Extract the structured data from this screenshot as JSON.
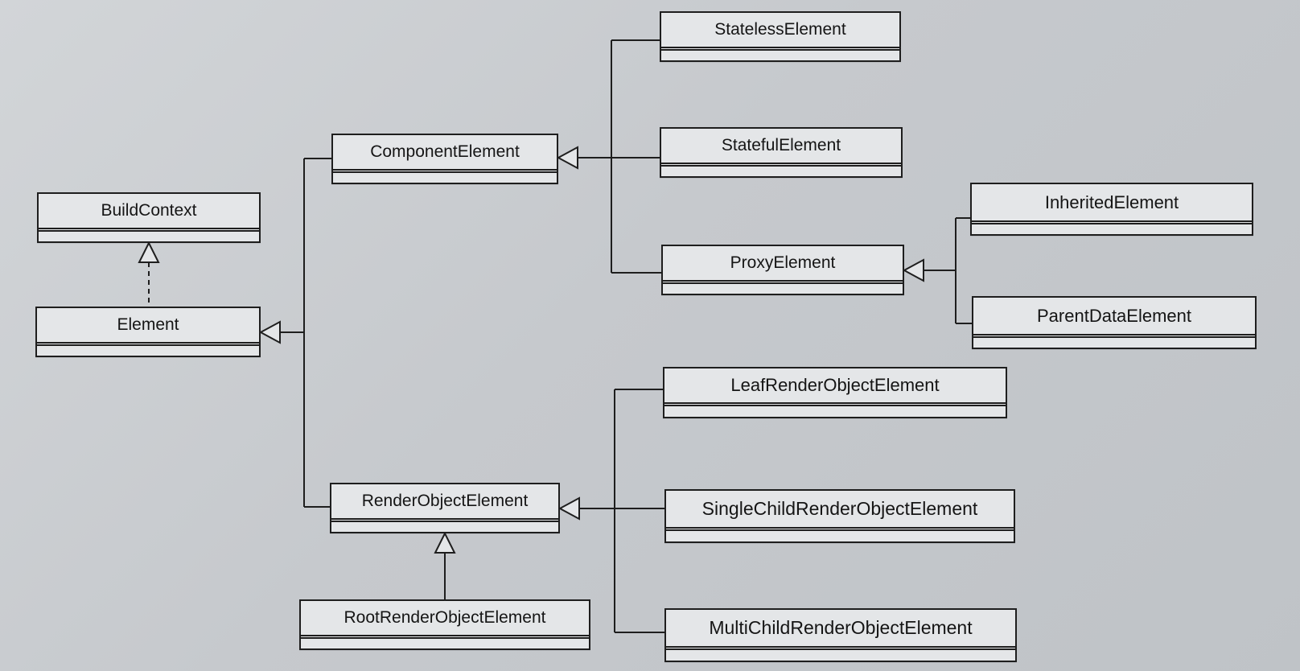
{
  "diagram": {
    "classes": [
      {
        "id": "build-context",
        "name": "BuildContext"
      },
      {
        "id": "element",
        "name": "Element"
      },
      {
        "id": "component-element",
        "name": "ComponentElement"
      },
      {
        "id": "render-object-element",
        "name": "RenderObjectElement"
      },
      {
        "id": "root-render-object-element",
        "name": "RootRenderObjectElement"
      },
      {
        "id": "stateless-element",
        "name": "StatelessElement"
      },
      {
        "id": "stateful-element",
        "name": "StatefulElement"
      },
      {
        "id": "proxy-element",
        "name": "ProxyElement"
      },
      {
        "id": "inherited-element",
        "name": "InheritedElement"
      },
      {
        "id": "parent-data-element",
        "name": "ParentDataElement"
      },
      {
        "id": "leaf-render-object-element",
        "name": "LeafRenderObjectElement"
      },
      {
        "id": "single-child-render-object-element",
        "name": "SingleChildRenderObjectElement"
      },
      {
        "id": "multi-child-render-object-element",
        "name": "MultiChildRenderObjectElement"
      }
    ],
    "relations": [
      {
        "from": "element",
        "to": "build-context",
        "type": "realization"
      },
      {
        "from": "component-element",
        "to": "element",
        "type": "inheritance"
      },
      {
        "from": "render-object-element",
        "to": "element",
        "type": "inheritance"
      },
      {
        "from": "stateless-element",
        "to": "component-element",
        "type": "inheritance"
      },
      {
        "from": "stateful-element",
        "to": "component-element",
        "type": "inheritance"
      },
      {
        "from": "proxy-element",
        "to": "component-element",
        "type": "inheritance"
      },
      {
        "from": "inherited-element",
        "to": "proxy-element",
        "type": "inheritance"
      },
      {
        "from": "parent-data-element",
        "to": "proxy-element",
        "type": "inheritance"
      },
      {
        "from": "leaf-render-object-element",
        "to": "render-object-element",
        "type": "inheritance"
      },
      {
        "from": "single-child-render-object-element",
        "to": "render-object-element",
        "type": "inheritance"
      },
      {
        "from": "multi-child-render-object-element",
        "to": "render-object-element",
        "type": "inheritance"
      },
      {
        "from": "root-render-object-element",
        "to": "render-object-element",
        "type": "inheritance"
      }
    ]
  },
  "colors": {
    "line": "#1e1e1e",
    "box_fill": "#e4e6e8",
    "background": "#c9ccd0"
  }
}
